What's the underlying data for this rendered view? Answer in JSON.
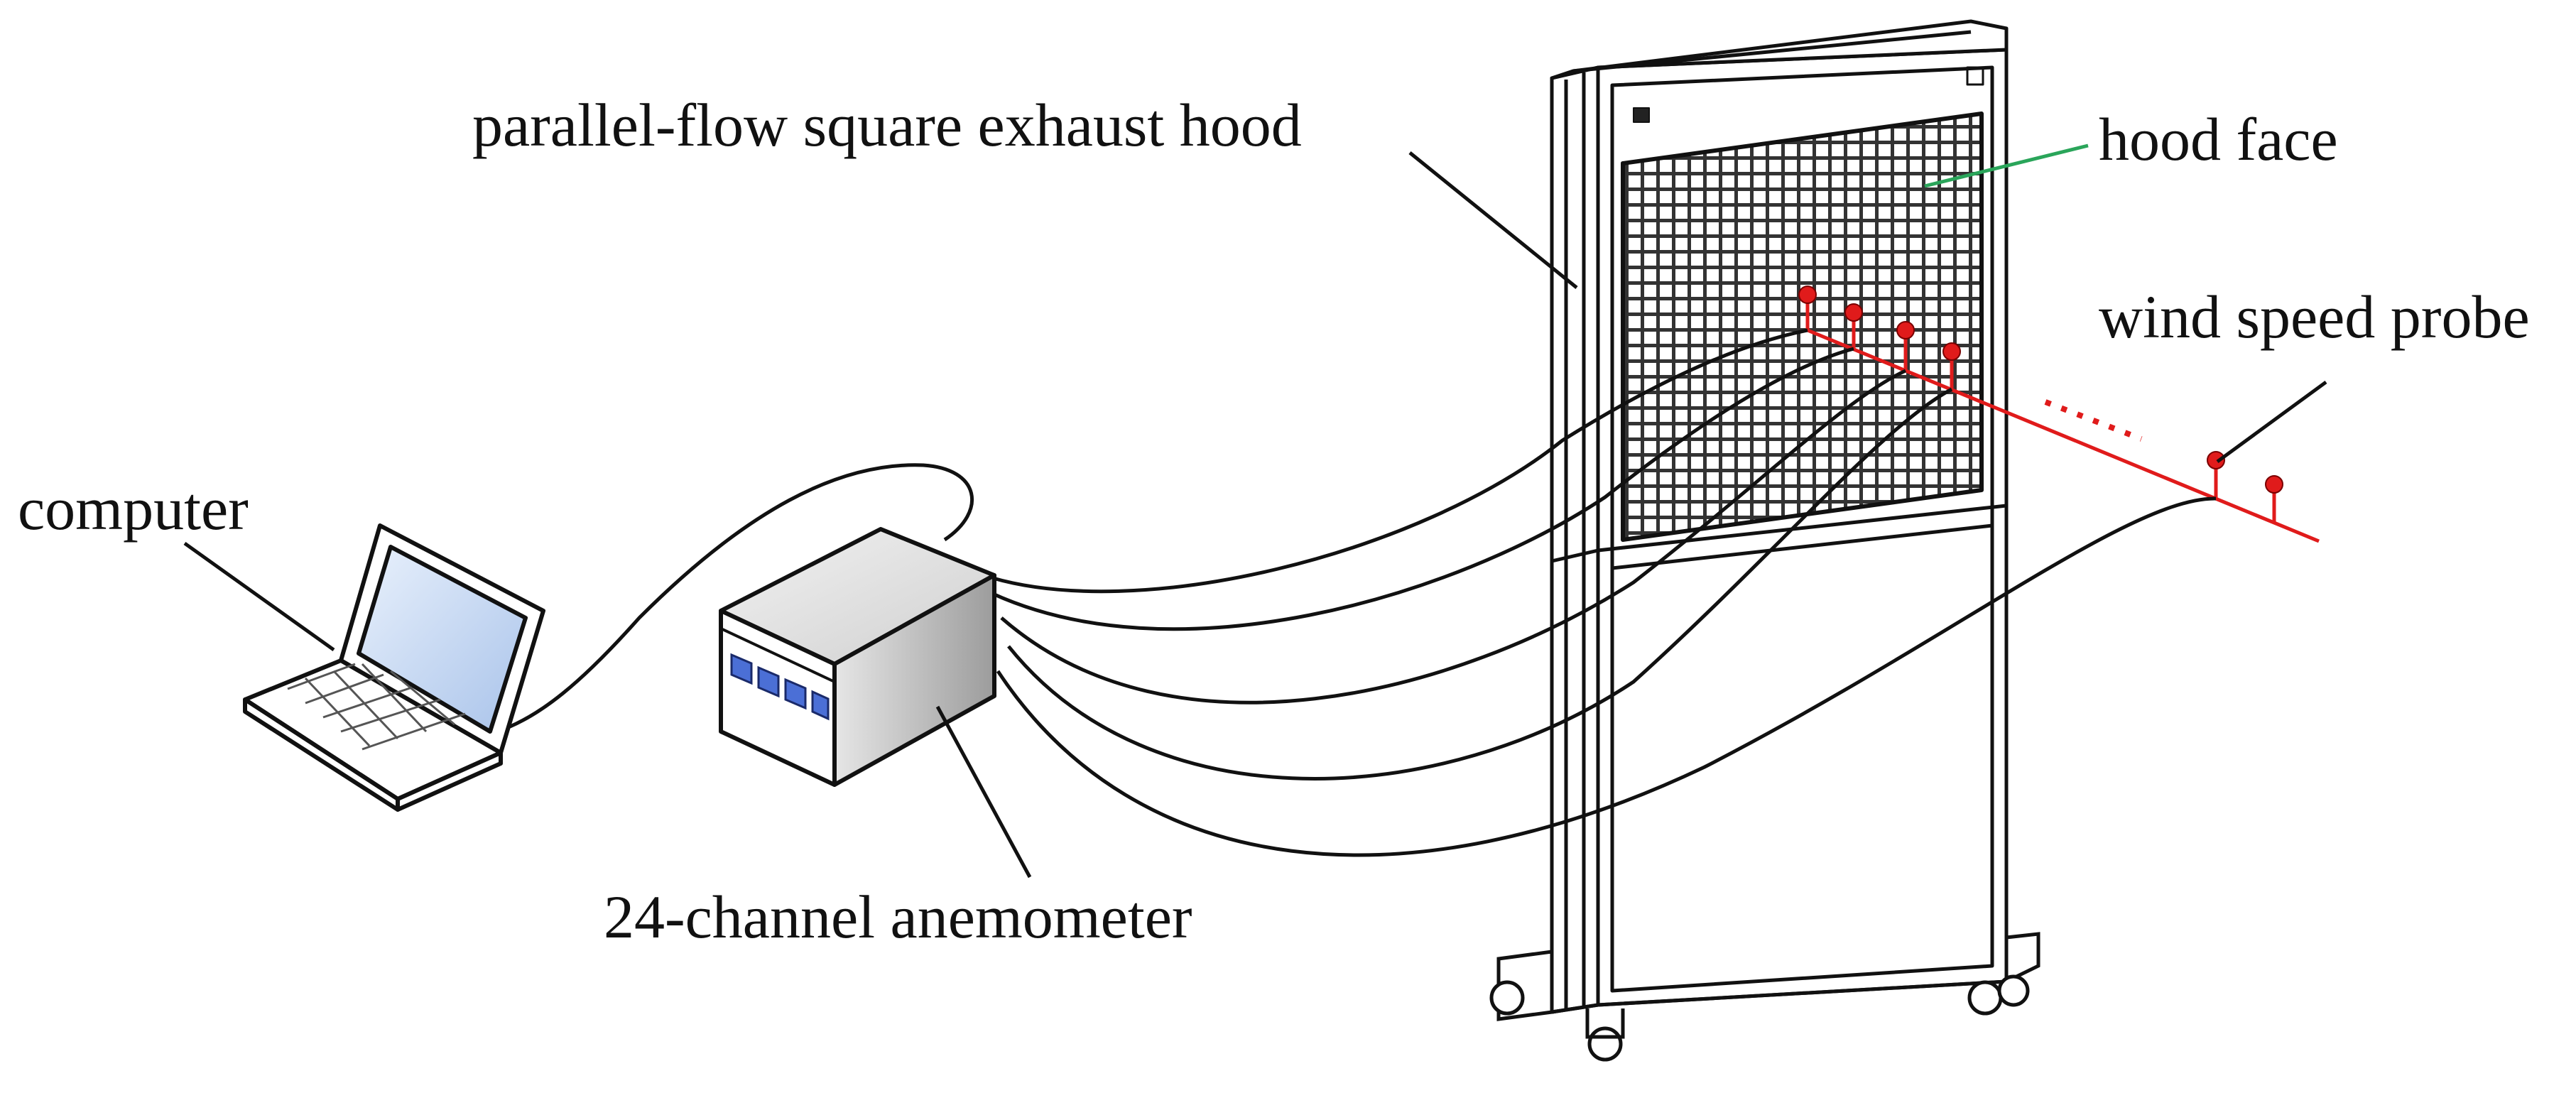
{
  "labels": {
    "hood": "parallel-flow square exhaust hood",
    "hood_face": "hood face",
    "probe": "wind speed probe",
    "computer": "computer",
    "anemometer": "24-channel anemometer"
  },
  "hood_brand_text": "",
  "colors": {
    "line": "#111111",
    "probe": "#e01b1b",
    "leader_hood_face": "#2aa55a",
    "screen": "#cfe0f7",
    "display_window": "#4b6fd6"
  },
  "icons": {
    "computer": "laptop-icon",
    "anemometer": "anemometer-box-icon",
    "hood": "exhaust-hood-icon",
    "probe": "probe-dot-icon"
  }
}
